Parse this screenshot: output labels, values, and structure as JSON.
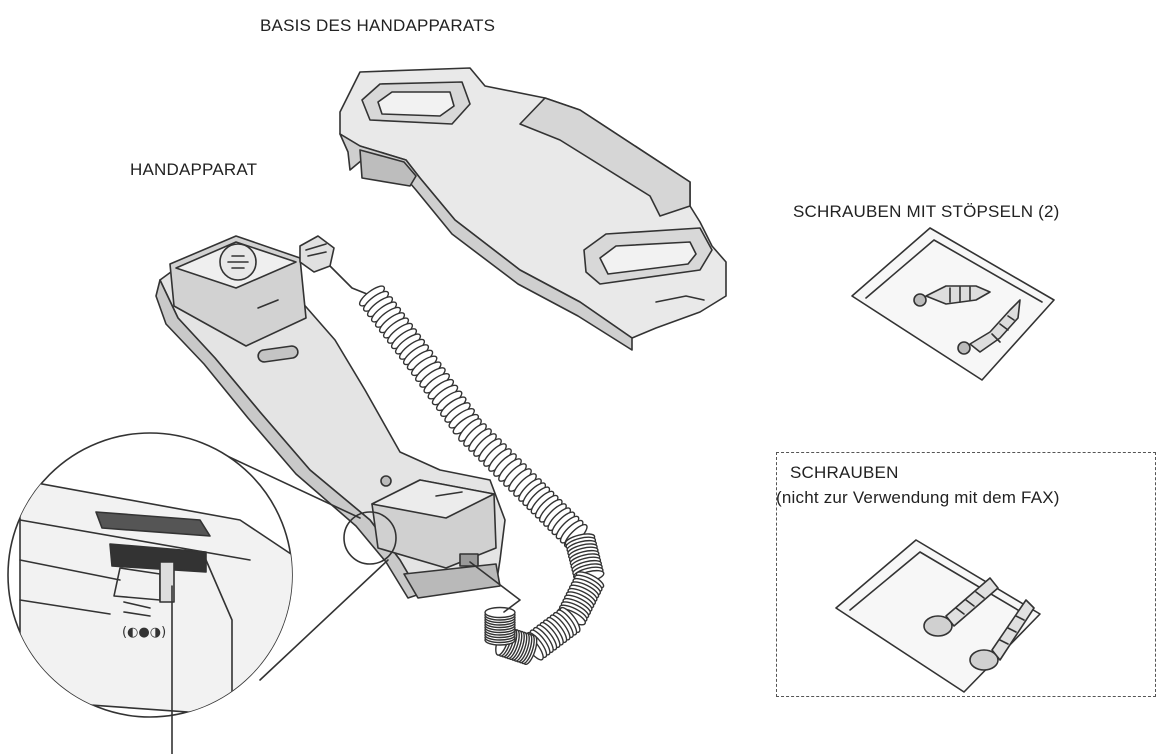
{
  "labels": {
    "base": "BASIS DES HANDAPPARATS",
    "handset": "HANDAPPARAT",
    "screws_with_plugs": "SCHRAUBEN MIT STÖPSELN (2)",
    "screws": "SCHRAUBEN",
    "screws_note": "(nicht zur Verwendung mit dem FAX)"
  },
  "icons": {
    "handset_base": "handset-base-icon",
    "handset": "handset-icon",
    "coiled_cord": "coiled-cord-icon",
    "modular_plug": "modular-plug-icon",
    "magnifier": "magnifier-detail-icon",
    "screw_bag_plugs": "screw-bag-with-plugs-icon",
    "screw_bag": "thumb-screw-bag-icon"
  }
}
